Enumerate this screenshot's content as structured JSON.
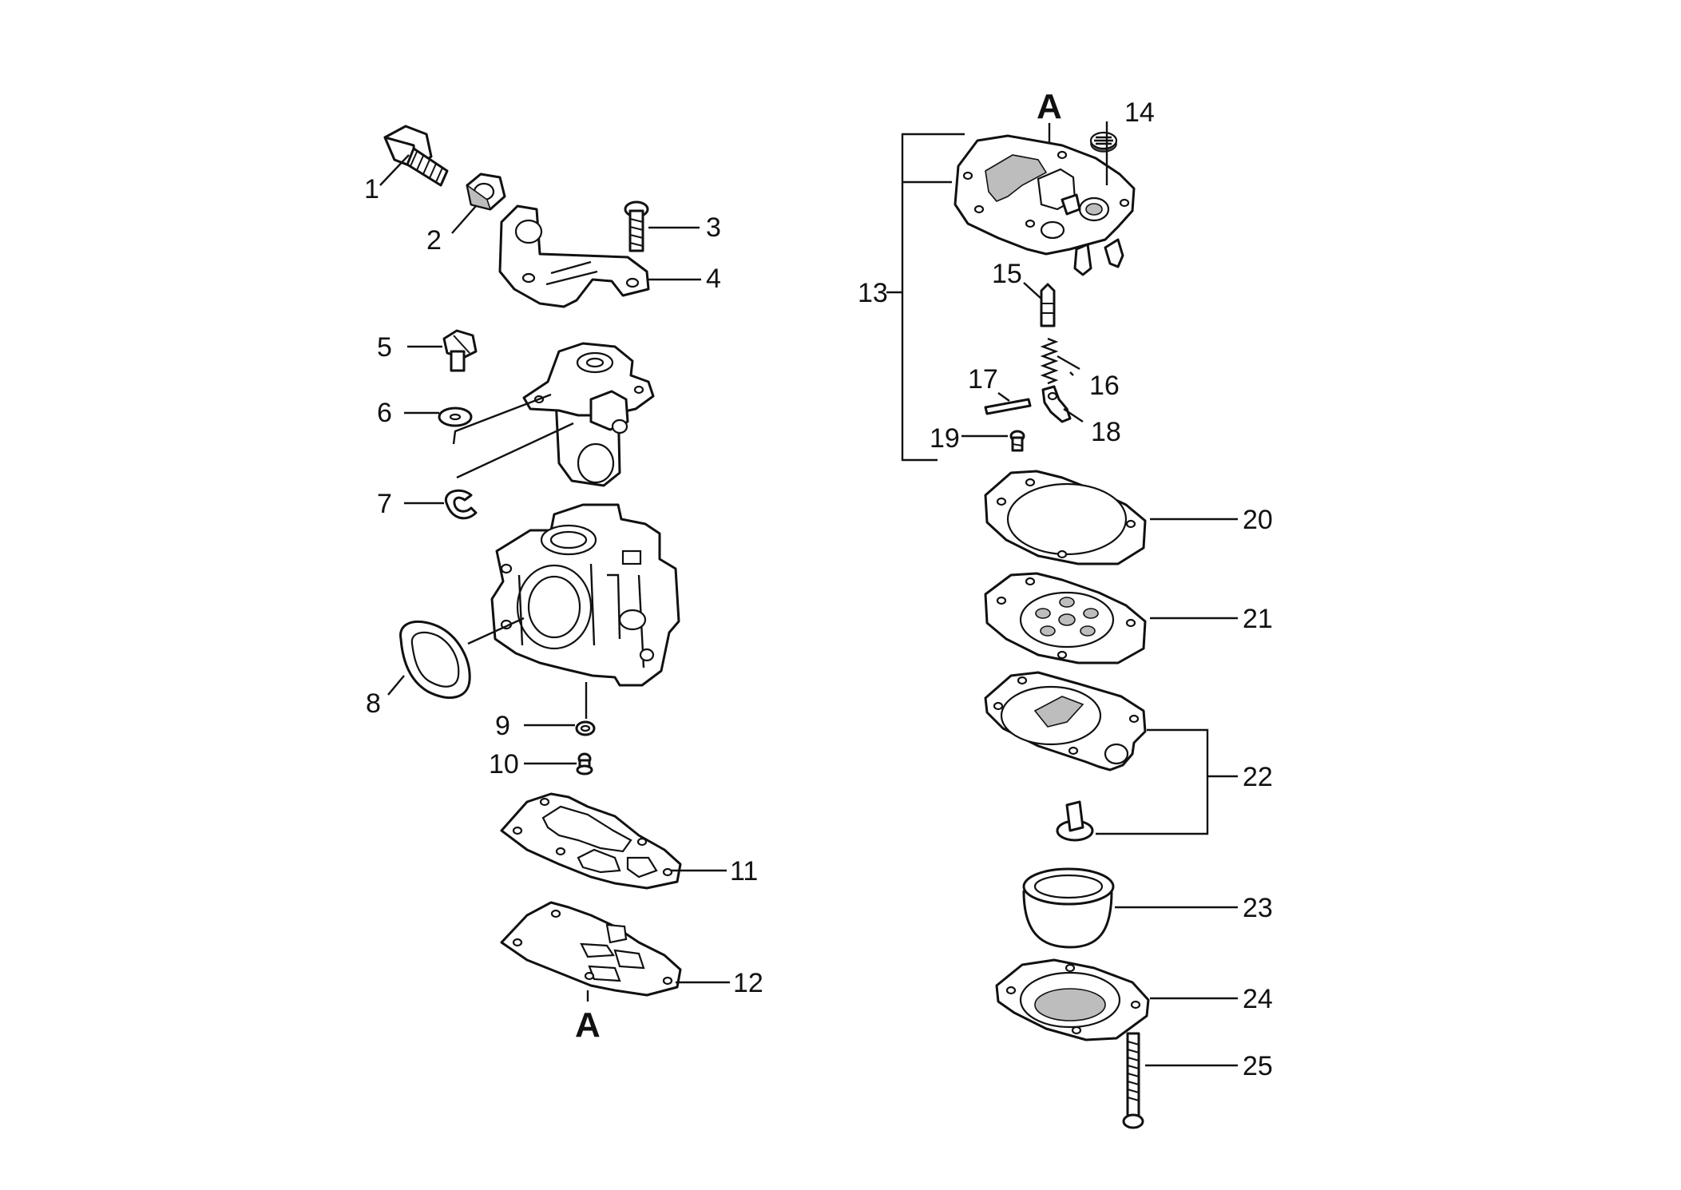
{
  "diagram": {
    "callouts": [
      {
        "id": "1",
        "text": "1"
      },
      {
        "id": "2",
        "text": "2"
      },
      {
        "id": "3",
        "text": "3"
      },
      {
        "id": "4",
        "text": "4"
      },
      {
        "id": "5",
        "text": "5"
      },
      {
        "id": "6",
        "text": "6"
      },
      {
        "id": "7",
        "text": "7"
      },
      {
        "id": "8",
        "text": "8"
      },
      {
        "id": "9",
        "text": "9"
      },
      {
        "id": "10",
        "text": "10"
      },
      {
        "id": "11",
        "text": "11"
      },
      {
        "id": "12",
        "text": "12"
      },
      {
        "id": "13",
        "text": "13"
      },
      {
        "id": "14",
        "text": "14"
      },
      {
        "id": "15",
        "text": "15"
      },
      {
        "id": "16",
        "text": "16"
      },
      {
        "id": "17",
        "text": "17"
      },
      {
        "id": "18",
        "text": "18"
      },
      {
        "id": "19",
        "text": "19"
      },
      {
        "id": "20",
        "text": "20"
      },
      {
        "id": "21",
        "text": "21"
      },
      {
        "id": "22",
        "text": "22"
      },
      {
        "id": "23",
        "text": "23"
      },
      {
        "id": "24",
        "text": "24"
      },
      {
        "id": "25",
        "text": "25"
      }
    ],
    "reference_marks": [
      {
        "id": "A-top",
        "text": "A"
      },
      {
        "id": "A-bottom",
        "text": "A"
      }
    ]
  }
}
